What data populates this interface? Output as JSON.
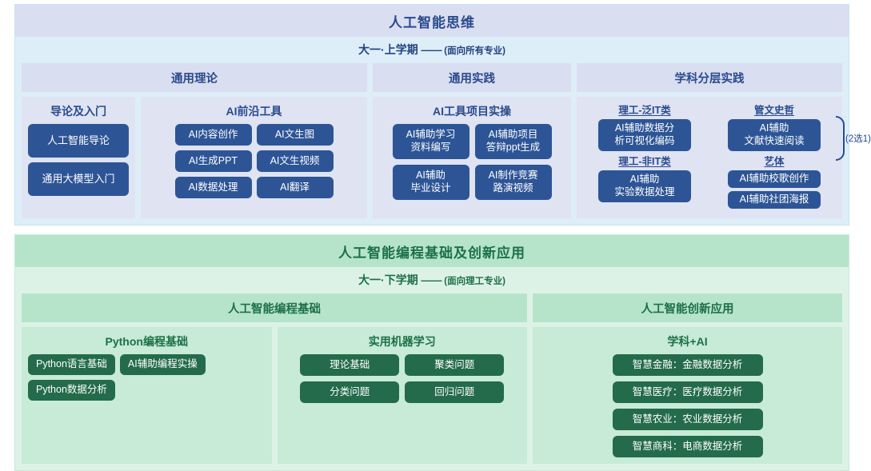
{
  "semester_1": {
    "title": "人工智能思维",
    "subtitle": {
      "term": "大一·上学期",
      "dash": "——",
      "scope": "(面向所有专业)"
    },
    "accent_title_bg": "#dadef1",
    "accent_text": "#2a4b8d",
    "chip_color": "#2d5596",
    "sections": [
      {
        "header": "通用理论",
        "groups": [
          {
            "title": "导论及入门",
            "chips": [
              "人工智能导论",
              "通用大模型入门"
            ]
          },
          {
            "title": "AI前沿工具",
            "chips": [
              "AI内容创作",
              "AI文生图",
              "AI生成PPT",
              "AI文生视频",
              "AI数据处理",
              "AI翻译"
            ]
          }
        ]
      },
      {
        "header": "通用实践",
        "groups": [
          {
            "title": "AI工具项目实操",
            "chips": [
              "AI辅助学习\n资料编写",
              "AI辅助项目\n答辩ppt生成",
              "AI辅助\n毕业设计",
              "AI制作竞赛\n路演视频"
            ]
          }
        ]
      },
      {
        "header": "学科分层实践",
        "disciplines": [
          {
            "label": "理工-泛IT类",
            "chips": [
              "AI辅助数据分\n析可视化编码"
            ],
            "stacked": false
          },
          {
            "label": "管文史哲",
            "chips": [
              "AI辅助\n文献快速阅读"
            ],
            "stacked": false
          },
          {
            "label": "理工-非IT类",
            "chips": [
              "AI辅助\n实验数据处理"
            ],
            "stacked": false
          },
          {
            "label": "艺体",
            "chips": [
              "AI辅助校歌创作",
              "AI辅助社团海报"
            ],
            "stacked": true
          }
        ],
        "brace_label": "(2选1)"
      }
    ]
  },
  "semester_2": {
    "title": "人工智能编程基础及创新应用",
    "subtitle": {
      "term": "大一·下学期",
      "dash": "——",
      "scope": "(面向理工专业)"
    },
    "accent_title_bg": "#b6e4cb",
    "accent_text": "#1c7048",
    "chip_color": "#236b4b",
    "sections": [
      {
        "header": "人工智能编程基础",
        "groups": [
          {
            "title": "Python编程基础",
            "chips": [
              "Python语言基础",
              "AI辅助编程实操",
              "Python数据分析"
            ]
          },
          {
            "title": "实用机器学习",
            "chips": [
              "理论基础",
              "聚类问题",
              "分类问题",
              "回归问题"
            ]
          }
        ]
      },
      {
        "header": "人工智能创新应用",
        "groups": [
          {
            "title": "学科+AI",
            "chips": [
              "智慧金融：金融数据分析",
              "智慧医疗：医疗数据分析",
              "智慧农业：农业数据分析",
              "智慧商科：电商数据分析"
            ]
          }
        ]
      }
    ]
  }
}
